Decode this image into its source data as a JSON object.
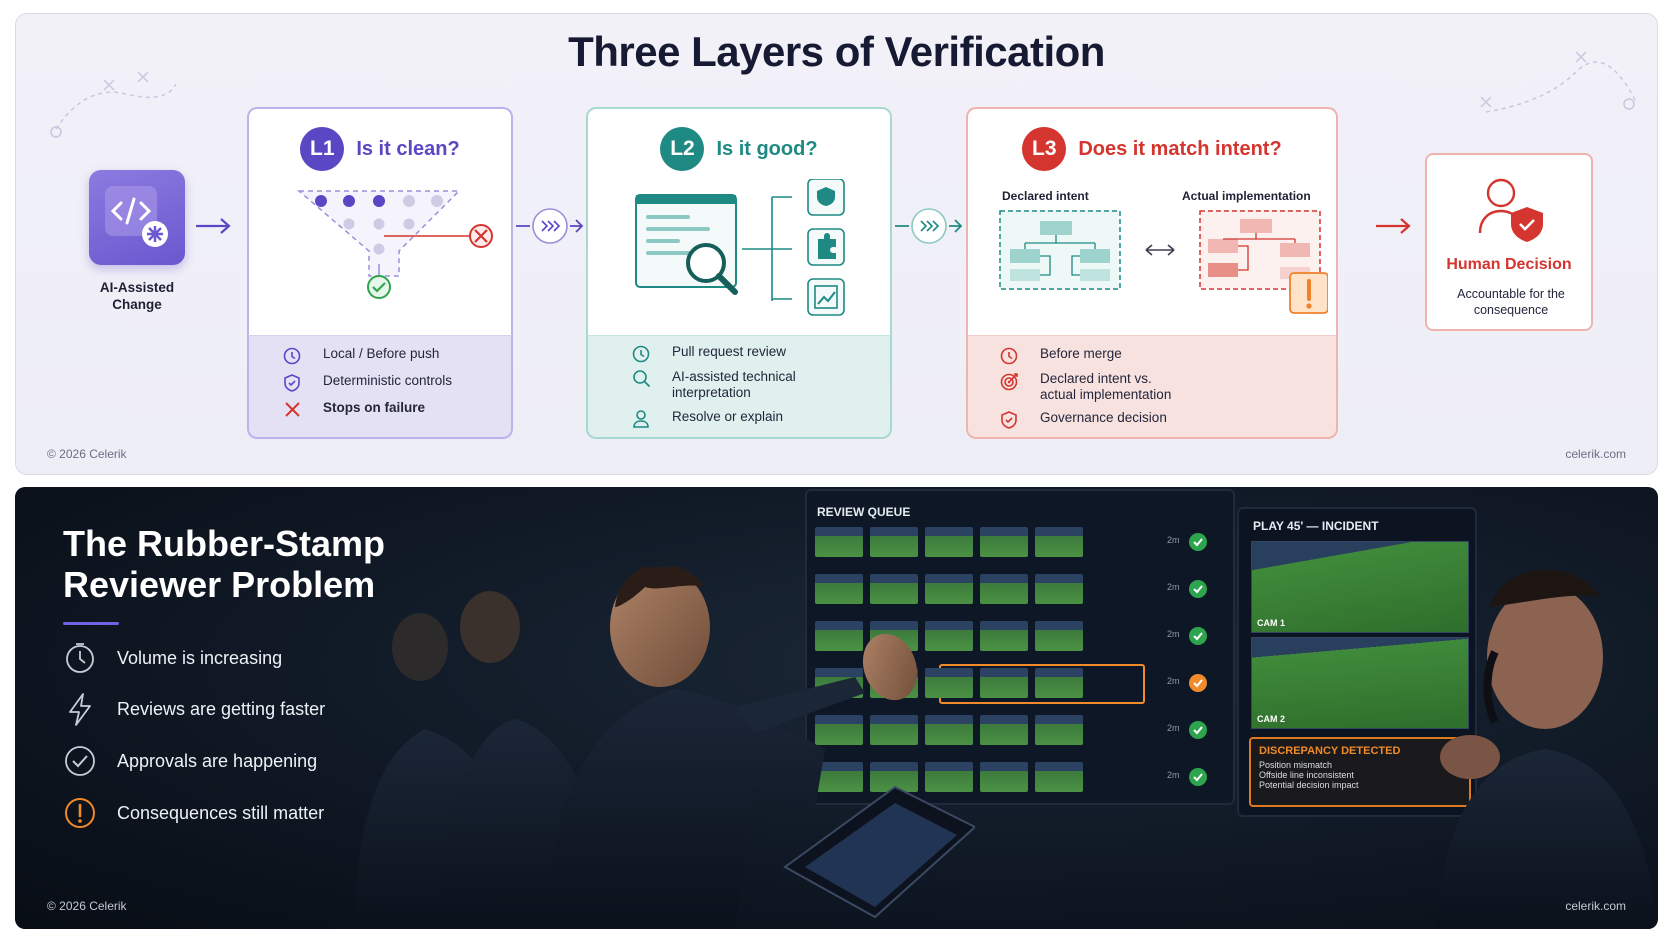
{
  "top": {
    "title": "Three Layers of Verification",
    "start": {
      "label": "AI-Assisted Change",
      "icon": "code-icon"
    },
    "layers": [
      {
        "badge": "L1",
        "title": "Is it clean?",
        "color": "#5a47c4",
        "bullets": [
          {
            "icon": "clock-icon",
            "text": "Local / Before push"
          },
          {
            "icon": "shield-icon",
            "text": "Deterministic controls"
          },
          {
            "icon": "x-icon",
            "text": "Stops on failure"
          }
        ]
      },
      {
        "badge": "L2",
        "title": "Is it good?",
        "color": "#1f8a84",
        "bullets": [
          {
            "icon": "clock-icon",
            "text": "Pull request review"
          },
          {
            "icon": "search-icon",
            "text": "AI-assisted technical interpretation"
          },
          {
            "icon": "user-icon",
            "text": "Resolve or explain"
          }
        ]
      },
      {
        "badge": "L3",
        "title": "Does it match intent?",
        "color": "#d4352f",
        "declared_label": "Declared intent",
        "actual_label": "Actual implementation",
        "bullets": [
          {
            "icon": "clock-icon",
            "text": "Before merge"
          },
          {
            "icon": "target-icon",
            "text": "Declared intent vs. actual implementation"
          },
          {
            "icon": "shield-icon",
            "text": "Governance decision"
          }
        ]
      }
    ],
    "decision": {
      "title": "Human Decision",
      "subtitle": "Accountable for the consequence",
      "icon": "user-shield-icon"
    },
    "footer_left": "© 2026 Celerik",
    "footer_right": "celerik.com"
  },
  "bottom": {
    "title": "The Rubber-Stamp Reviewer Problem",
    "items": [
      {
        "icon": "timer-icon",
        "text": "Volume is increasing"
      },
      {
        "icon": "lightning-icon",
        "text": "Reviews are getting faster"
      },
      {
        "icon": "check-circle-icon",
        "text": "Approvals are happening"
      },
      {
        "icon": "warning-icon",
        "text": "Consequences still matter"
      }
    ],
    "queue_label": "REVIEW QUEUE",
    "incident_label": "PLAY 45' — INCIDENT",
    "cam1": "CAM 1",
    "cam2": "CAM 2",
    "discrepancy": {
      "title": "DISCREPANCY DETECTED",
      "lines": [
        "Position mismatch",
        "Offside line inconsistent",
        "Potential decision impact"
      ]
    },
    "queue_times": [
      "2m",
      "2m",
      "2m",
      "2m",
      "2m",
      "2m"
    ],
    "footer_left": "© 2026 Celerik",
    "footer_right": "celerik.com"
  }
}
